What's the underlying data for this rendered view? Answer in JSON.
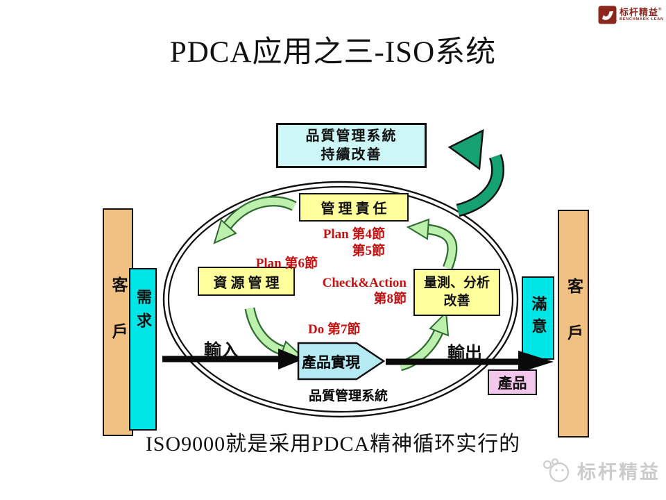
{
  "title": "PDCA应用之三-ISO系统",
  "logo": {
    "brand_cn": "标杆精益",
    "registered": "®",
    "brand_en": "BENCHMARK LEAN"
  },
  "diagram": {
    "top_box": {
      "line1": "品質管理系統",
      "line2": "持續改善"
    },
    "management_box": "管 理 責 任",
    "resource_box": "資 源 管 理",
    "measure_box": {
      "line1": "量測、分析",
      "line2": "改善"
    },
    "product_arrow": "產品實現",
    "system_label": "品質管理系統",
    "plan45": {
      "line1": "Plan 第4節",
      "line2": "第5節"
    },
    "plan6": "Plan 第6節",
    "check_action": {
      "line1": "Check&Action",
      "line2": "第8節"
    },
    "do7": "Do 第7節",
    "input_label": "輸入",
    "output_label": "輸出",
    "left_customer": "客戶",
    "left_demand": "需求",
    "right_satisfaction": "滿意",
    "right_customer": "客戶",
    "product_box": "產品"
  },
  "caption": "ISO9000就是采用PDCA精神循环实行的",
  "watermark": {
    "text": "标杆精益"
  },
  "colors": {
    "pale_cyan": "#cdf6f6",
    "bright_cyan": "#00e5e5",
    "product_cyan": "#b5eaf2",
    "yellow": "#ffff9c",
    "tan": "#f1c183",
    "pink": "#f3c6ec",
    "red_label": "#c41111",
    "light_green_arrow": "#bdefad",
    "dark_green_outline": "#2e6b2e",
    "teal_arrow": "#16a173",
    "logo_red": "#8c271e",
    "watermark_gray": "#cbcbcb"
  }
}
